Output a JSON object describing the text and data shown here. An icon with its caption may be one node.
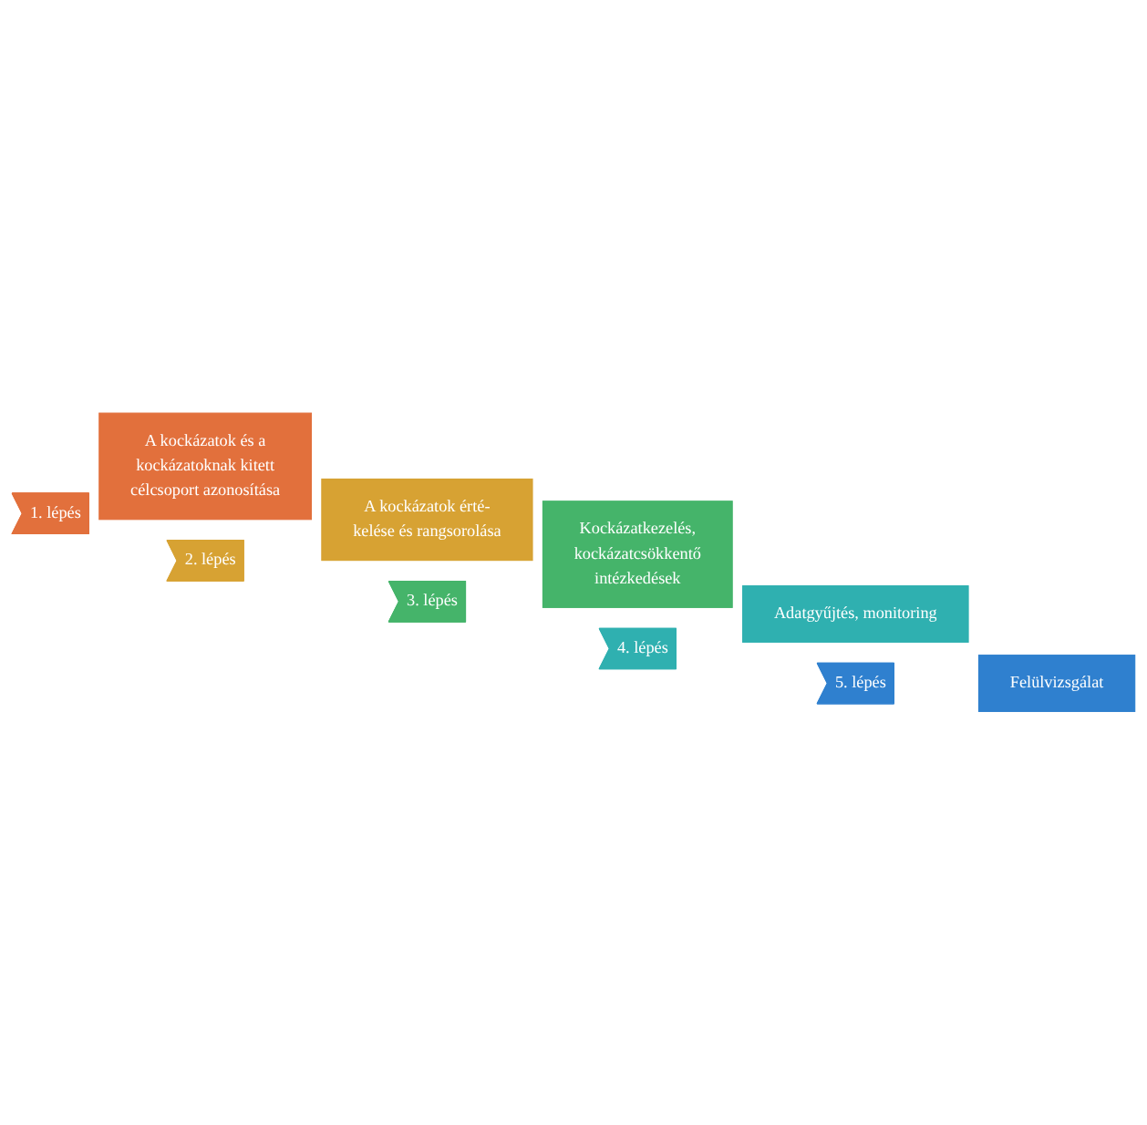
{
  "diagram": {
    "nodes": [
      {
        "text": [
          "1. lépés"
        ]
      },
      {
        "text": [
          "A kockázatok és a kockázatoknak kitett célcsoport azonosítása"
        ]
      },
      {
        "text": [
          "2. lépés"
        ]
      },
      {
        "text": [
          "A kockázatok érté- kelése és rangsorolása"
        ]
      },
      {
        "text": [
          "3. lépés"
        ]
      },
      {
        "text": [
          "Kockázatkezelés, kockázatcsökkentő intézkedések"
        ]
      },
      {
        "text": [
          "4. lépés"
        ]
      },
      {
        "text": [
          "Adatgyűjtés, monitoring"
        ]
      },
      {
        "text": [
          "5. lépés"
        ]
      },
      {
        "text": [
          "Felülvizsgálat"
        ]
      }
    ]
  }
}
